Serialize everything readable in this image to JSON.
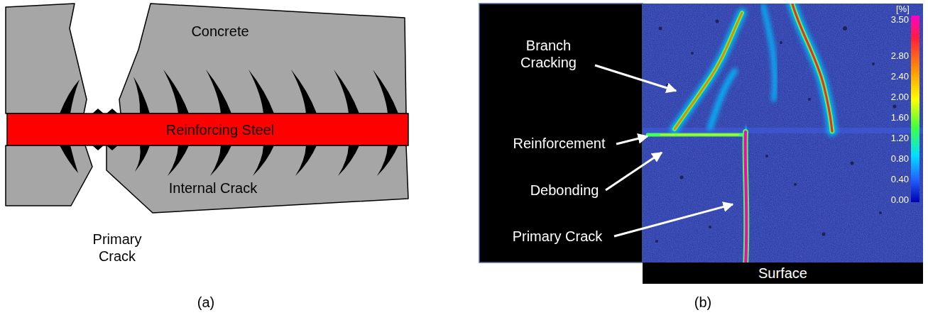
{
  "diagram": {
    "nodes": [
      {
        "text": [
          "Surface"
        ]
      }
    ],
    "labels": [
      "Concrete",
      "Reinforcing Steel",
      "Internal Crack",
      "Primary Crack",
      "(a)",
      "Branch Cracking",
      "Reinforcement",
      "Debonding",
      "Primary Crack",
      "[%]",
      "3.50",
      "2.80",
      "2.40",
      "2.00",
      "1.60",
      "1.20",
      "0.80",
      "0.40",
      "0.00",
      "(b)"
    ]
  }
}
